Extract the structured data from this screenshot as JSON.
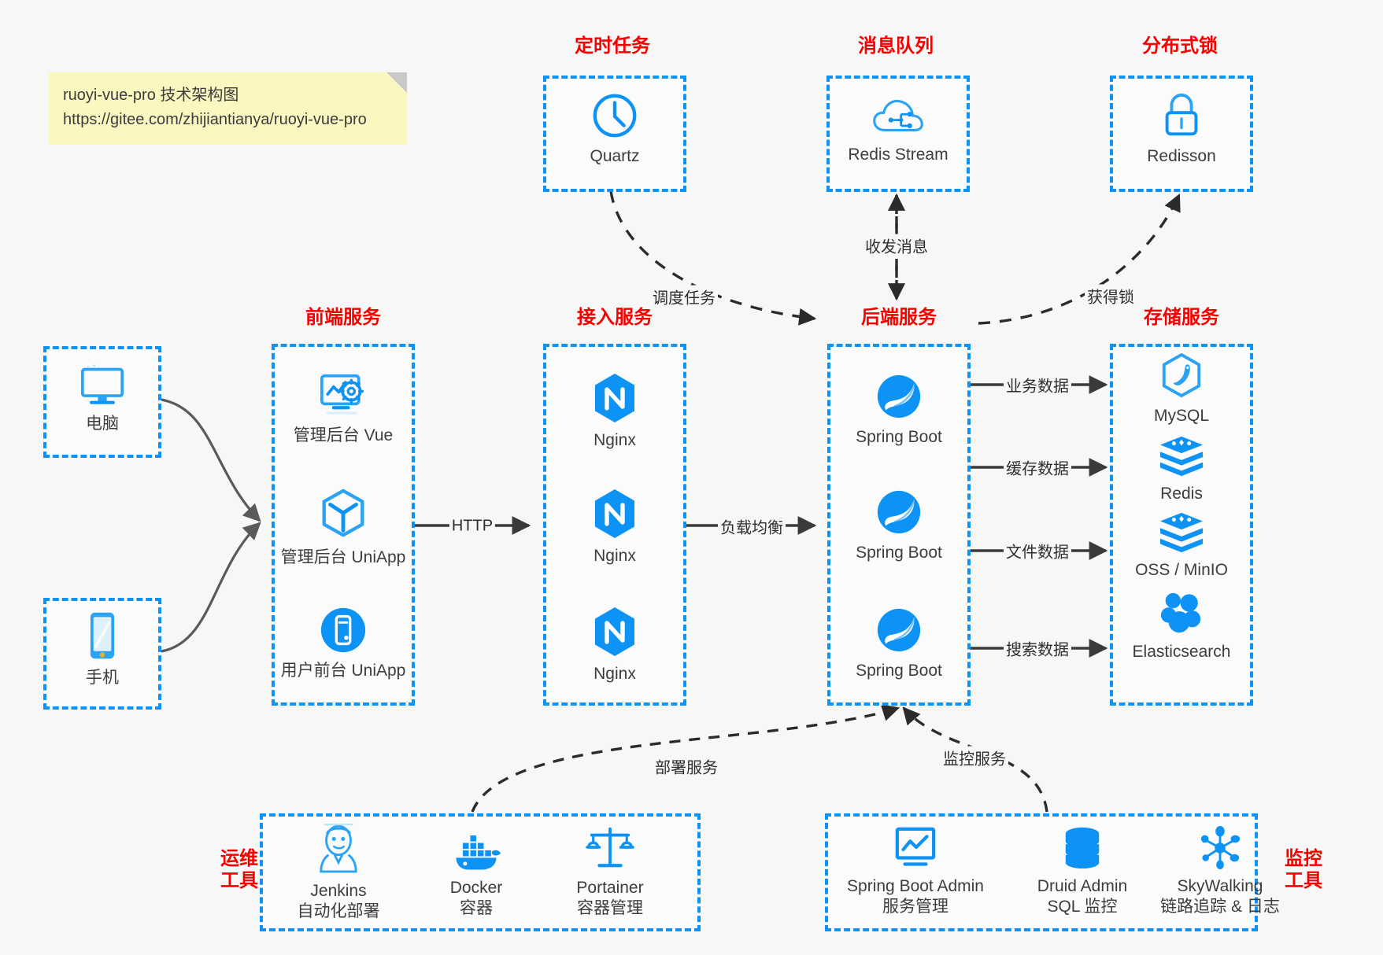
{
  "note": {
    "line1": "ruoyi-vue-pro 技术架构图",
    "line2": "https://gitee.com/zhijiantianya/ruoyi-vue-pro"
  },
  "colors": {
    "accent_blue": "#0d93f5",
    "title_red": "#f60000",
    "note_yellow": "#fbf7c0",
    "background": "#f7f7f7",
    "edge_gray": "#4a4a4a"
  },
  "groups": {
    "scheduler": {
      "title": "定时任务"
    },
    "mq": {
      "title": "消息队列"
    },
    "lock": {
      "title": "分布式锁"
    },
    "frontend": {
      "title": "前端服务"
    },
    "gateway": {
      "title": "接入服务"
    },
    "backend": {
      "title": "后端服务"
    },
    "storage": {
      "title": "存储服务"
    },
    "devops": {
      "title": "运维\n工具",
      "line1": "运维",
      "line2": "工具"
    },
    "monitor": {
      "title": "监控\n工具",
      "line1": "监控",
      "line2": "工具"
    }
  },
  "nodes": {
    "quartz": {
      "label": "Quartz",
      "icon": "clock-icon"
    },
    "redis_stream": {
      "label": "Redis Stream",
      "icon": "cloud-stream-icon"
    },
    "redisson": {
      "label": "Redisson",
      "icon": "lock-icon"
    },
    "pc": {
      "label": "电脑",
      "icon": "desktop-icon"
    },
    "mobile": {
      "label": "手机",
      "icon": "smartphone-icon"
    },
    "admin_vue": {
      "label": "管理后台 Vue",
      "icon": "dashboard-gear-icon"
    },
    "admin_uniapp": {
      "label": "管理后台 UniApp",
      "icon": "hexagon-cube-icon"
    },
    "user_uniapp": {
      "label": "用户前台 UniApp",
      "icon": "mobile-circle-icon"
    },
    "nginx1": {
      "label": "Nginx",
      "icon": "nginx-icon"
    },
    "nginx2": {
      "label": "Nginx",
      "icon": "nginx-icon"
    },
    "nginx3": {
      "label": "Nginx",
      "icon": "nginx-icon"
    },
    "springboot1": {
      "label": "Spring Boot",
      "icon": "spring-leaf-icon"
    },
    "springboot2": {
      "label": "Spring Boot",
      "icon": "spring-leaf-icon"
    },
    "springboot3": {
      "label": "Spring Boot",
      "icon": "spring-leaf-icon"
    },
    "mysql": {
      "label": "MySQL",
      "icon": "mysql-dolphin-icon"
    },
    "redis": {
      "label": "Redis",
      "icon": "redis-stack-icon"
    },
    "oss": {
      "label": "OSS / MinIO",
      "icon": "redis-stack-icon"
    },
    "elasticsearch": {
      "label": "Elasticsearch",
      "icon": "elasticsearch-icon"
    },
    "jenkins": {
      "label": "Jenkins",
      "sub": "自动化部署",
      "icon": "jenkins-butler-icon"
    },
    "docker": {
      "label": "Docker",
      "sub": "容器",
      "icon": "docker-whale-icon"
    },
    "portainer": {
      "label": "Portainer",
      "sub": "容器管理",
      "icon": "scales-icon"
    },
    "sba": {
      "label": "Spring Boot Admin",
      "sub": "服务管理",
      "icon": "monitor-chart-icon"
    },
    "druid": {
      "label": "Druid Admin",
      "sub": "SQL 监控",
      "icon": "database-icon"
    },
    "skywalking": {
      "label": "SkyWalking",
      "sub": "链路追踪 & 日志",
      "icon": "skywalking-node-icon"
    }
  },
  "edge_labels": {
    "schedule_task": "调度任务",
    "send_receive_message": "收发消息",
    "acquire_lock": "获得锁",
    "http": "HTTP",
    "load_balance": "负载均衡",
    "business_data": "业务数据",
    "cache_data": "缓存数据",
    "file_data": "文件数据",
    "search_data": "搜索数据",
    "deploy_service": "部署服务",
    "monitor_service": "监控服务"
  }
}
